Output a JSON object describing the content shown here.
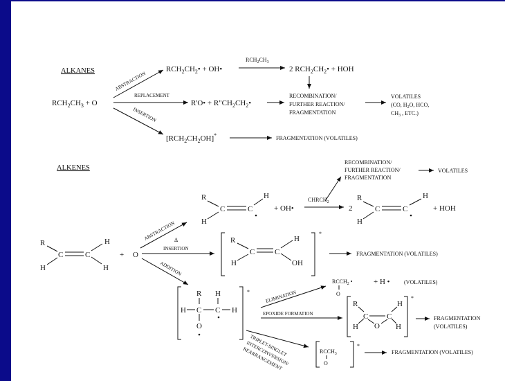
{
  "colors": {
    "frame": "#0b0b8a",
    "ink": "#111111",
    "background": "#ffffff"
  },
  "alkanes": {
    "heading": "ALKANES",
    "reactant": "RCH2CH3 + O",
    "reactant_parts": [
      "RCH",
      "2",
      "CH",
      "3",
      " + O"
    ],
    "abstraction_label": "ABSTRACTION",
    "replacement_label": "REPLACEMENT",
    "insertion_label": "INSERTION",
    "abstraction_products": "RCH2CH2• + OH•",
    "abstraction_products_parts": [
      "RCH",
      "2",
      "CH",
      "2",
      "• + OH•"
    ],
    "reagent": "RCH2CH3",
    "reagent_parts": [
      "RCH",
      "2",
      "CH",
      "3"
    ],
    "abstraction_final": "2 RCH2CH2• + HOH",
    "abstraction_final_parts": [
      "2 RCH",
      "2",
      "CH",
      "2",
      "• + HOH"
    ],
    "replacement_products": "R'O• + R\"CH2CH2•",
    "replacement_products_parts": [
      "R'O• + R\"CH",
      "2",
      "CH",
      "2",
      "•"
    ],
    "recombination_lines": [
      "RECOMBINATION/",
      "FURTHER REACTION/",
      "FRAGMENTATION"
    ],
    "volatiles_lines": [
      "VOLATILES",
      "(CO, H2O, HCO,",
      "CH3 , ETC.)"
    ],
    "volatiles_line2_parts": [
      "(CO, H",
      "2",
      "O, HCO,"
    ],
    "volatiles_line3_parts": [
      "CH",
      "3",
      " , ETC.)"
    ],
    "insertion_product": "[RCH2CH2OH]*",
    "insertion_product_parts": [
      "[RCH",
      "2",
      "CH",
      "2",
      "OH]",
      "*"
    ],
    "insertion_outcome": "FRAGMENTATION (VOLATILES)"
  },
  "alkenes": {
    "heading": "ALKENES",
    "reactant_atoms": {
      "r": "R",
      "h1": "H",
      "h2": "H",
      "h3": "H",
      "c1": "C",
      "c2": "C"
    },
    "plus": "+",
    "oxygen": "O",
    "abstraction_label": "ABSTRACTION",
    "delta": "Δ",
    "insertion_label": "INSERTION",
    "addition_label": "ADDITION",
    "abstraction_radical_atoms": {
      "r": "R",
      "h1": "H",
      "h2": "H",
      "c1": "C",
      "c2": "C"
    },
    "plus_oh": "+ OH•",
    "reagent": "CHRCH2",
    "reagent_parts": [
      "CHRCH",
      "2"
    ],
    "coefficient": "2",
    "hoh": "+ HOH",
    "recombination_lines": [
      "RECOMBINATION/",
      "FURTHER REACTION/",
      "FRAGMENTATION"
    ],
    "volatiles": "VOLATILES",
    "enol_atoms": {
      "r": "R",
      "h1": "H",
      "h2": "H",
      "c1": "C",
      "c2": "C",
      "oh": "OH"
    },
    "star": "*",
    "insertion_outcome": "FRAGMENTATION (VOLATILES)",
    "biradical_atoms": {
      "r": "R",
      "h1": "H",
      "h2": "H",
      "h3": "H",
      "c1": "C",
      "c2": "C",
      "o": "O"
    },
    "elimination_label": "ELIMINATION",
    "elimination_parts": [
      "RCCH",
      "2",
      " •",
      "+  H •",
      "(VOLATILES)"
    ],
    "elimination_o": "O",
    "epoxide_label": "EPOXIDE FORMATION",
    "epoxide_atoms": {
      "r": "R",
      "h1": "H",
      "h2": "H",
      "c1": "C",
      "c2": "C",
      "o": "O"
    },
    "fragmentation_lines": [
      "FRAGMENTATION",
      "(VOLATILES)"
    ],
    "rearrangement_lines": [
      "TRIPLET-SINGLET",
      "INTERCONVERSION/",
      "REARRANGEMENT"
    ],
    "carbonyl_parts": [
      "RCCH",
      "3"
    ],
    "carbonyl_o": "O",
    "rearrangement_outcome": "FRAGMENTATION (VOLATILES)"
  }
}
